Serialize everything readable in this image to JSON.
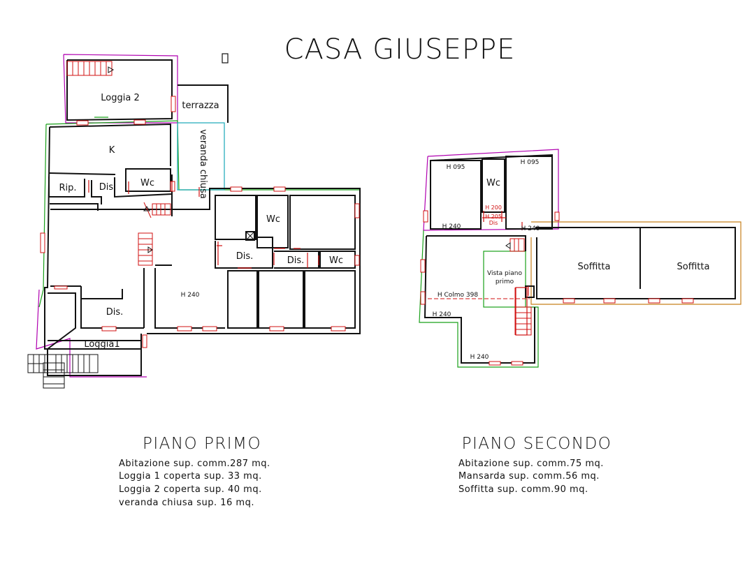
{
  "title": "CASA GIUSEPPE",
  "floors": [
    {
      "heading": "PIANO PRIMO",
      "rooms": {
        "loggia2": "Loggia 2",
        "terrazza": "terrazza",
        "veranda": "veranda chiusa",
        "k": "K",
        "rip": "Rip.",
        "dis1": "Dis.",
        "wc1": "Wc",
        "wc2": "Wc",
        "dis2": "Dis.",
        "dis3": "Dis.",
        "wc3": "Wc",
        "h240": "H 240",
        "dis4": "Dis.",
        "loggia1": "Loggia1"
      },
      "summary": [
        "Abitazione sup. comm.287 mq.",
        "Loggia 1 coperta sup. 33 mq.",
        "Loggia 2 coperta sup. 40 mq.",
        "veranda chiusa sup. 16 mq."
      ]
    },
    {
      "heading": "PIANO SECONDO",
      "rooms": {
        "h095a": "H 095",
        "wc": "Wc",
        "h095b": "H 095",
        "h200": "H 200",
        "h205": "H 205",
        "disSmall": "Dis",
        "h240a": "H 240",
        "h240b": "H 240",
        "vista1": "Vista piano",
        "vista2": "primo",
        "colmo": "H Colmo 398",
        "h240c": "H 240",
        "h240d": "H 240",
        "soffitta1": "Soffitta",
        "soffitta2": "Soffitta"
      },
      "summary": [
        "Abitazione sup. comm.75 mq.",
        "Mansarda sup. comm.56 mq.",
        "Soffitta sup. comm.90 mq."
      ]
    }
  ],
  "colors": {
    "walls": "#111111",
    "boundary_magenta": "#b000b0",
    "boundary_green": "#19a019",
    "boundary_cyan": "#18a8b8",
    "boundary_orange": "#c8801a",
    "openings_red": "#d01010"
  }
}
